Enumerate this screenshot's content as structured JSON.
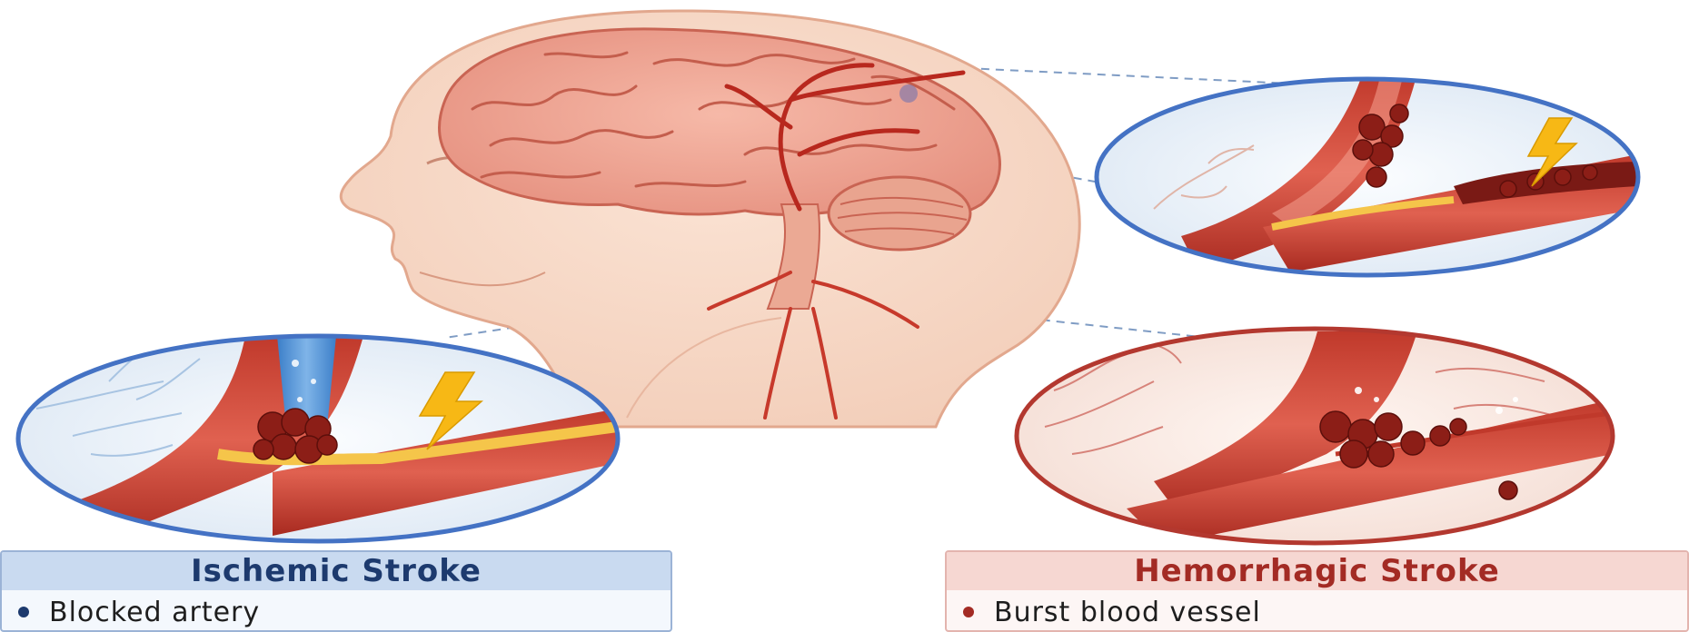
{
  "ischemic": {
    "title": "Ischemic Stroke",
    "bullet": "Blocked artery",
    "accent_color": "#1d3a6e",
    "panel_color": "#c9daf0"
  },
  "hemorrhagic": {
    "title": "Hemorrhagic Stroke",
    "bullet": "Burst blood vessel",
    "accent_color": "#a32b24",
    "panel_color": "#f6d7d2"
  },
  "icons": {
    "ischemic_inset": "lightning-icon",
    "upper_inset": "lightning-icon"
  }
}
